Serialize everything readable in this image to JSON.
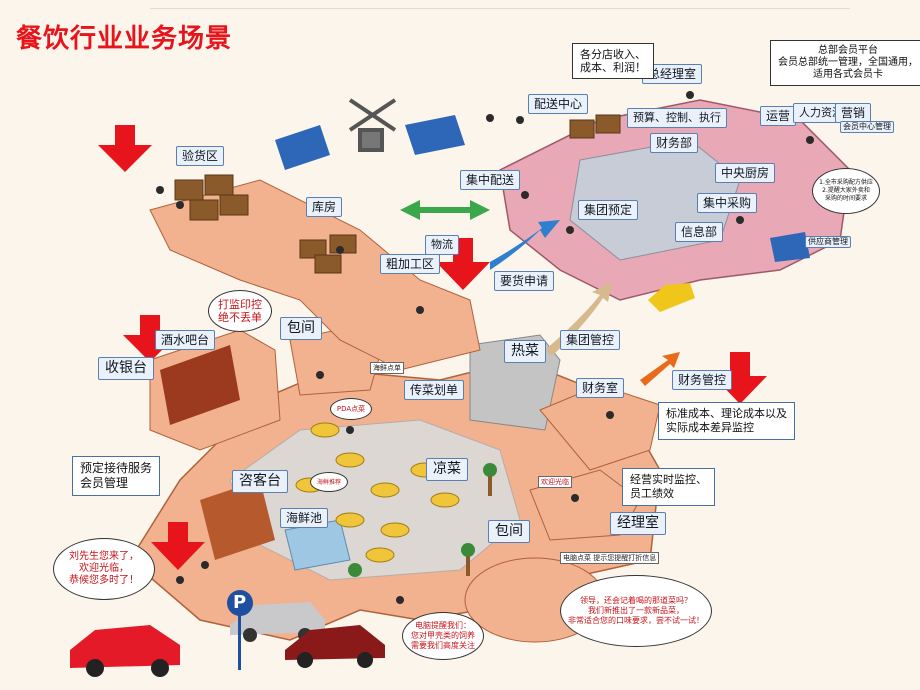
{
  "title": "餐饮行业业务场景",
  "areas": {
    "inspection": "验货区",
    "warehouse": "库房",
    "processing": "粗加工区",
    "logistics": "物流",
    "distribution": "配送中心",
    "central_delivery": "集中配送",
    "group_booking": "集团预定",
    "gm_office": "总经理室",
    "budget_control": "预算、控制、执行",
    "finance_dept": "财务部",
    "operations": "运营",
    "hr": "人力资源",
    "marketing": "营销",
    "member_center": "会员中心管理",
    "central_kitchen": "中央厨房",
    "central_purchase": "集中采购",
    "info_dept": "信息部",
    "order_request": "要货申请",
    "group_control": "集团管控",
    "finance_control": "财务管控",
    "bar": "酒水吧台",
    "cashier": "收银台",
    "private_room_1": "包间",
    "hot_dishes": "热菜",
    "cold_dishes": "凉菜",
    "dish_passing": "传菜划单",
    "finance_room": "财务室",
    "manager_room": "经理室",
    "reception": "咨客台",
    "seafood_pool": "海鲜池",
    "private_room_2": "包间",
    "pda_order": "PDA点菜",
    "welcome_sign": "欢迎光临",
    "truck_label": "供应商管理"
  },
  "notes": {
    "branch_report": "各分店收入、\n成本、利润！",
    "hq_member": "总部会员平台\n会员总部统一管理，全国通用，\n适用各式会员卡",
    "print_control": "打监印控\n绝不丢单",
    "reservation": "预定接待服务\n会员管理",
    "cost_diff": "标准成本、理论成本以及\n实际成本差异监控",
    "realtime": "经营实时监控、\n员工绩效",
    "greeting": "刘先生您来了，\n欢迎光临，\n恭候您多时了！",
    "recommend": "领导，还会记着喝的那道菜吗？\n我们新推出了一款新品菜，\n非常适合您的口味要求，尝不试一试！",
    "reminder": "电脑提醒我们：\n您对甲壳类的饲养\n需要我们高度关注",
    "recipe_tip": "电脑点菜\n提示您提醒打折信息",
    "kitchen_bubble": "1.全市采购配方供应\n2.提醒大家外卖和\n采购的时间要求",
    "seafood_order": "海鲜点单",
    "seafood_recommend": "海鲜推荐",
    "welcome": "欢迎光临"
  },
  "arrows": [
    "inspection",
    "bar",
    "order_request",
    "reception",
    "finance_control"
  ],
  "parking_icon": "P",
  "colors": {
    "title": "#e8141b",
    "floor": "#f4b28e",
    "accent_red": "#e8141b",
    "label_border": "#5a7fb3"
  }
}
